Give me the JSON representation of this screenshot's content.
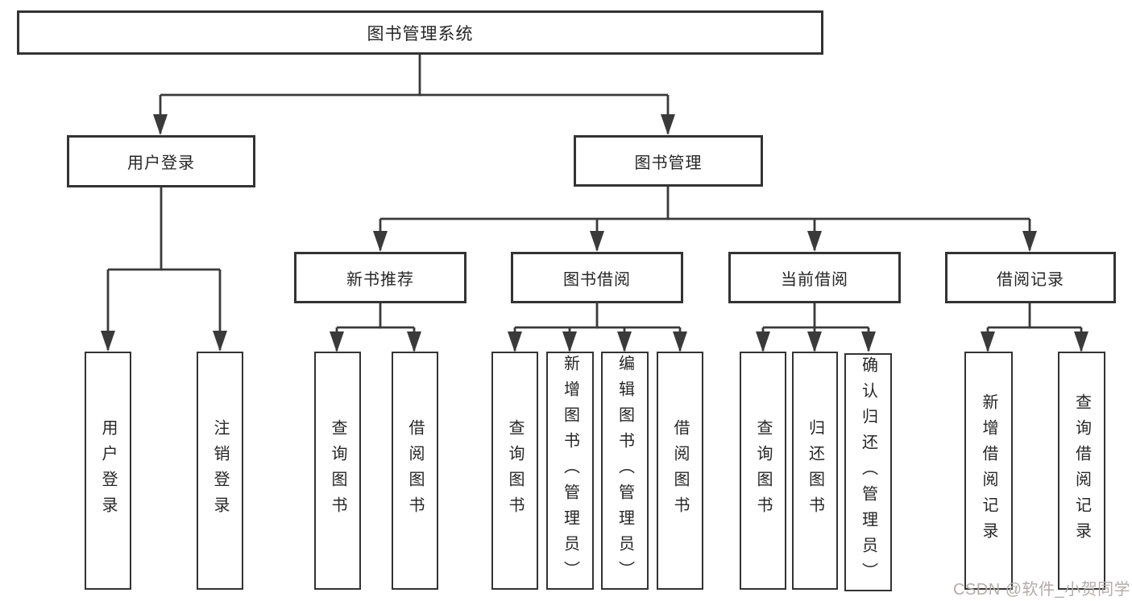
{
  "diagram_type": "hierarchy-tree",
  "colors": {
    "background": "#ffffff",
    "line": "#3a3a3a",
    "box_border": "#333333",
    "text": "#262626",
    "watermark": "#b5abab"
  },
  "tree": {
    "label": "图书管理系统",
    "children": [
      {
        "label": "用户登录",
        "children": [
          {
            "label": "用户登录"
          },
          {
            "label": "注销登录"
          }
        ]
      },
      {
        "label": "图书管理",
        "children": [
          {
            "label": "新书推荐",
            "children": [
              {
                "label": "查询图书"
              },
              {
                "label": "借阅图书"
              }
            ]
          },
          {
            "label": "图书借阅",
            "children": [
              {
                "label": "查询图书"
              },
              {
                "label": "新增图书（管理员）"
              },
              {
                "label": "编辑图书（管理员）"
              },
              {
                "label": "借阅图书"
              }
            ]
          },
          {
            "label": "当前借阅",
            "children": [
              {
                "label": "查询图书"
              },
              {
                "label": "归还图书"
              },
              {
                "label": "确认归还（管理员）"
              }
            ]
          },
          {
            "label": "借阅记录",
            "children": [
              {
                "label": "新增借阅记录"
              },
              {
                "label": "查询借阅记录"
              }
            ]
          }
        ]
      }
    ]
  },
  "watermark": "CSDN @软件_小贺同学"
}
